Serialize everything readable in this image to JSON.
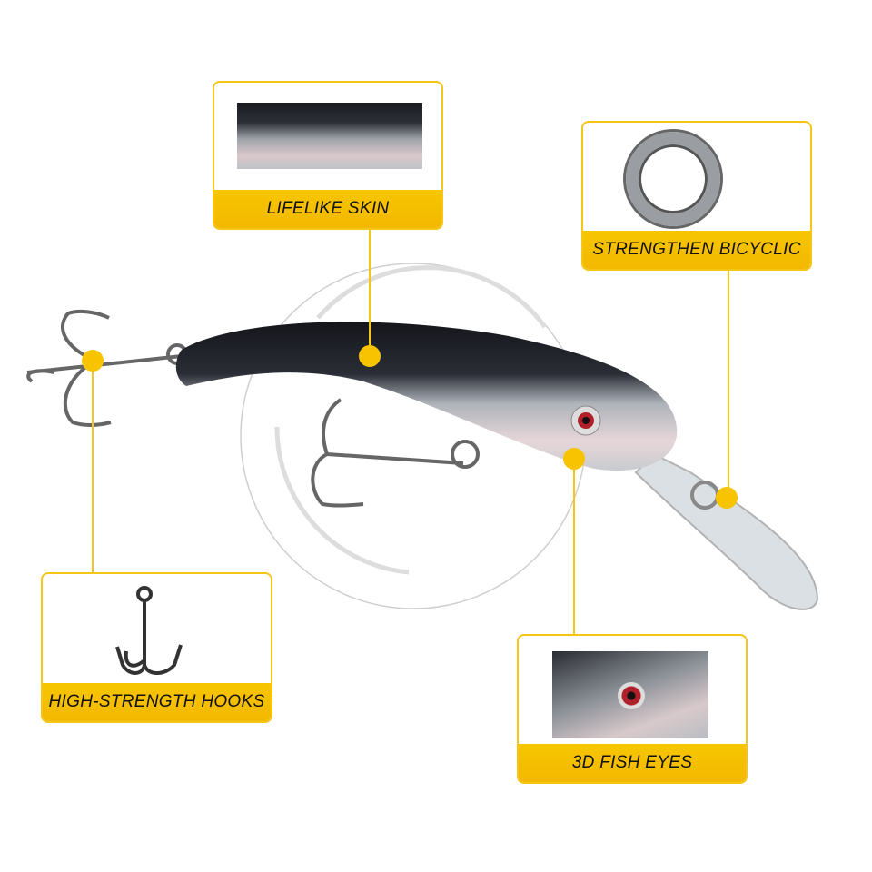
{
  "accent_color": "#f5c518",
  "callouts": [
    {
      "label": "LIFELIKE SKIN",
      "icon": "lure-skin-closeup"
    },
    {
      "label": "STRENGTHEN BICYCLIC",
      "icon": "split-ring"
    },
    {
      "label": "HIGH-STRENGTH HOOKS",
      "icon": "treble-hook"
    },
    {
      "label": "3D FISH EYES",
      "icon": "fish-eye-closeup"
    }
  ]
}
